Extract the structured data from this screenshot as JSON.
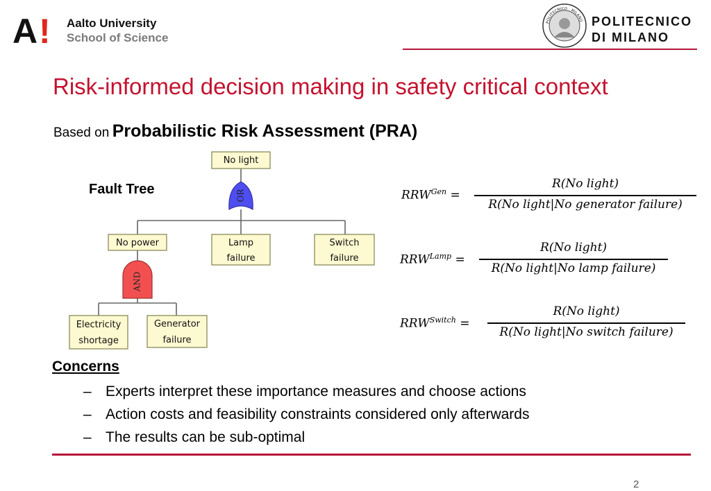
{
  "header": {
    "aalto_mark": "A!",
    "aalto_name": "Aalto University",
    "aalto_school": "School of Science",
    "polimi_seal_text": "POLITECNICO · MILANO",
    "polimi_line1": "POLITECNICO",
    "polimi_line2": "DI MILANO",
    "colors": {
      "accent": "#c4122f",
      "rule": "#b5143a",
      "aalto_red": "#e1261c"
    }
  },
  "title": "Risk-informed decision making in safety critical context",
  "subtitle": {
    "prefix": "Based on",
    "main": "Probabilistic Risk Assessment (PRA)"
  },
  "fault_tree": {
    "label": "Fault Tree",
    "top_event": "No light",
    "or_gate": "OR",
    "and_gate": "AND",
    "events": {
      "no_power": "No power",
      "lamp_line1": "Lamp",
      "lamp_line2": "failure",
      "switch_line1": "Switch",
      "switch_line2": "failure",
      "elec_line1": "Electricity",
      "elec_line2": "shortage",
      "gen_line1": "Generator",
      "gen_line2": "failure"
    },
    "colors": {
      "box_fill": "#fdf9d0",
      "box_stroke": "#8a8a5a",
      "or_fill": "#4d4df0",
      "and_fill": "#f25050"
    }
  },
  "formulas": [
    {
      "lhs": "RRW",
      "sup": "Gen",
      "numerator": "R(No light)",
      "denominator": "R(No light|No generator failure)"
    },
    {
      "lhs": "RRW",
      "sup": "Lamp",
      "numerator": "R(No light)",
      "denominator": "R(No light|No lamp failure)"
    },
    {
      "lhs": "RRW",
      "sup": "Switch",
      "numerator": "R(No light)",
      "denominator": "R(No light|No switch failure)"
    }
  ],
  "concerns": {
    "heading": "Concerns",
    "dash": "–",
    "items": [
      "Experts interpret these importance measures and choose actions",
      "Action costs and feasibility constraints considered only afterwards",
      "The results can be sub-optimal"
    ]
  },
  "page_number": "2"
}
